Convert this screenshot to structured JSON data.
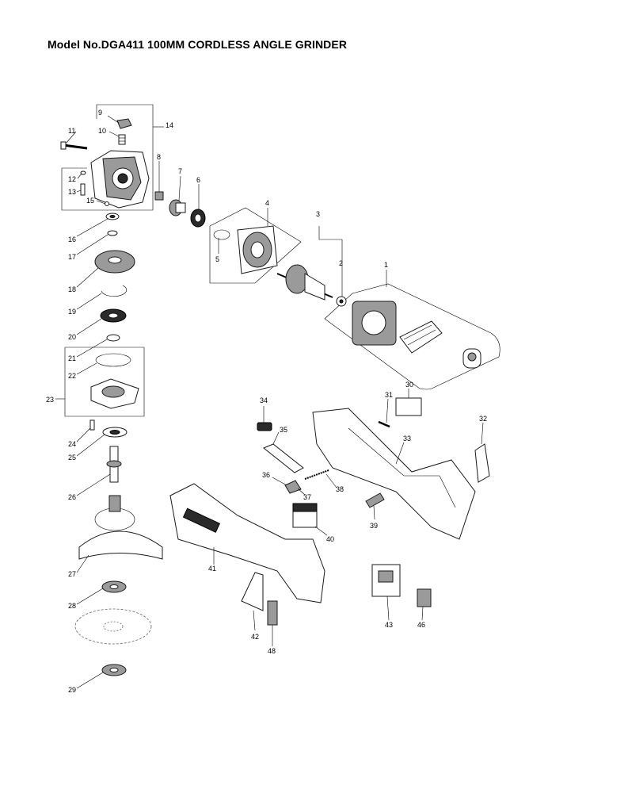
{
  "title": "Model No.DGA411 100MM CORDLESS ANGLE GRINDER",
  "part_numbers": {
    "p1": "1",
    "p2": "2",
    "p3": "3",
    "p4": "4",
    "p5": "5",
    "p6": "6",
    "p7": "7",
    "p8": "8",
    "p9": "9",
    "p10": "10",
    "p11": "11",
    "p12": "12",
    "p13": "13",
    "p14": "14",
    "p15": "15",
    "p16": "16",
    "p17": "17",
    "p18": "18",
    "p19": "19",
    "p20": "20",
    "p21": "21",
    "p22": "22",
    "p23": "23",
    "p24": "24",
    "p25": "25",
    "p26": "26",
    "p27": "27",
    "p28": "28",
    "p29": "29",
    "p30": "30",
    "p31": "31",
    "p32": "32",
    "p33": "33",
    "p34": "34",
    "p35": "35",
    "p36": "36",
    "p37": "37",
    "p38": "38",
    "p39": "39",
    "p40": "40",
    "p41": "41",
    "p42": "42",
    "p43": "43",
    "p46": "46",
    "p48": "48"
  }
}
